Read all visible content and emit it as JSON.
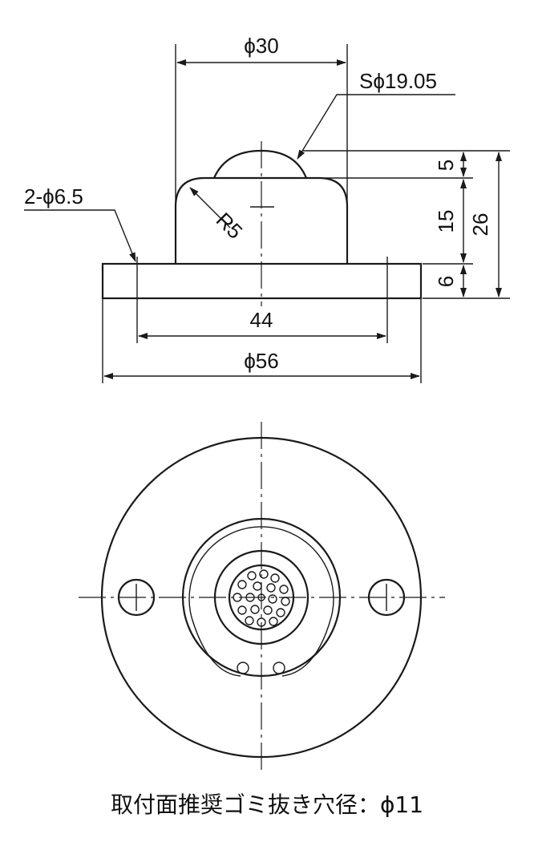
{
  "drawing": {
    "dimensions": {
      "top_width": "ϕ30",
      "ball": "Sϕ19.05",
      "hole": "2-ϕ6.5",
      "radius": "R5",
      "ball_height": "5",
      "body_height": "15",
      "total_height": "26",
      "flange_height": "6",
      "pitch": "44",
      "flange_dia": "ϕ56"
    },
    "caption": "取付面推奨ゴミ抜き穴径：ϕ11"
  }
}
